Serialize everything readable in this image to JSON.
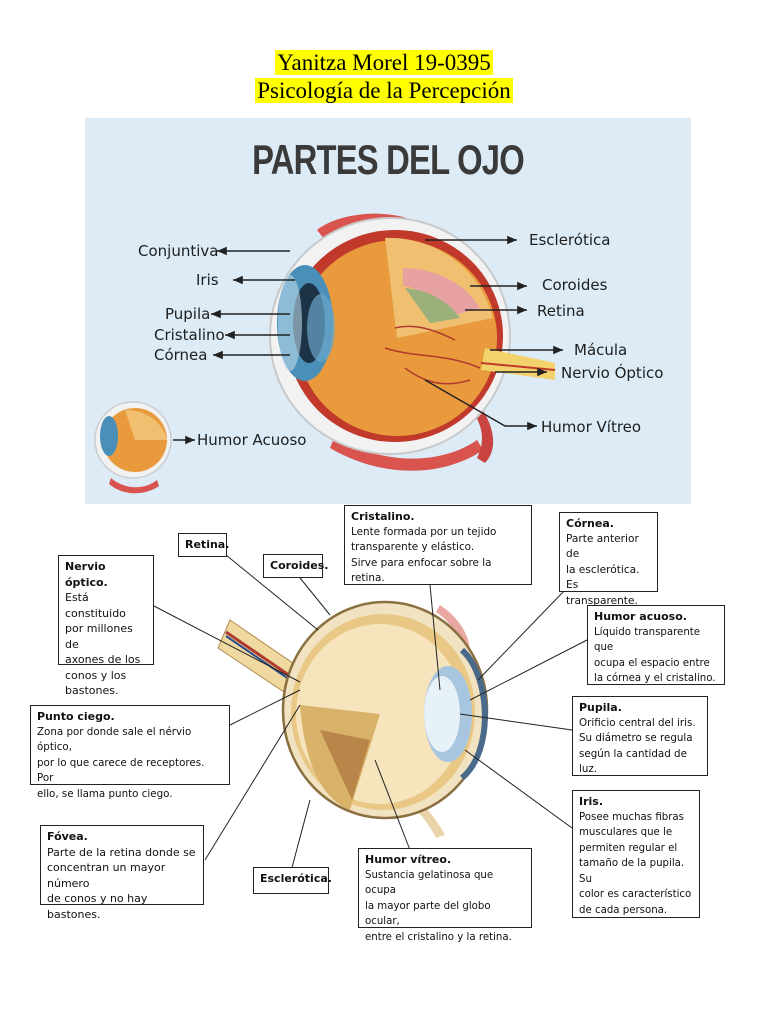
{
  "header": {
    "line1": "Yanitza Morel 19-0395",
    "line2": "Psicología de la Percepción"
  },
  "top_diagram": {
    "title": "PARTES DEL OJO",
    "labels": {
      "conjuntiva": "Conjuntiva",
      "iris": "Iris",
      "pupila": "Pupila",
      "cristalino": "Cristalino",
      "cornea": "Córnea",
      "humor_acuoso": "Humor Acuoso",
      "esclerotica": "Esclerótica",
      "coroides": "Coroides",
      "retina": "Retina",
      "macula": "Mácula",
      "nervio_optico": "Nervio Óptico",
      "humor_vitreo": "Humor Vítreo"
    }
  },
  "bottom_diagram": {
    "retina": {
      "title": "Retina."
    },
    "coroides": {
      "title": "Coroides."
    },
    "esclerotica": {
      "title": "Esclerótica."
    },
    "nervio_optico": {
      "title": "Nervio óptico.",
      "lines": [
        "Está constituido",
        "por millones de",
        "axones de los",
        "conos y los",
        "bastones."
      ]
    },
    "punto_ciego": {
      "title": "Punto ciego.",
      "lines": [
        "Zona por donde sale el nérvio óptico,",
        "por lo que carece de receptores. Por",
        "ello, se llama punto ciego."
      ]
    },
    "fovea": {
      "title": "Fóvea.",
      "lines": [
        "Parte de la retina donde se",
        "concentran un mayor número",
        "de conos y no hay bastones."
      ]
    },
    "cristalino": {
      "title": "Cristalino.",
      "lines": [
        "Lente formada por un tejido",
        "transparente y elástico.",
        "Sirve para enfocar sobre la retina."
      ]
    },
    "cornea": {
      "title": "Córnea.",
      "lines": [
        "Parte anterior de",
        "la esclerótica.",
        "Es transparente."
      ]
    },
    "humor_acuoso": {
      "title": "Humor acuoso.",
      "lines": [
        "Líquido transparente que",
        "ocupa el espacio entre",
        "la córnea y el cristalino."
      ]
    },
    "pupila": {
      "title": "Pupila.",
      "lines": [
        "Orificio central del iris.",
        "Su diámetro se regula",
        "según la cantidad de luz."
      ]
    },
    "iris": {
      "title": "Iris.",
      "lines": [
        "Posee muchas fibras",
        "musculares que le",
        "permiten regular el",
        "tamaño de la pupila. Su",
        "color es característico",
        "de cada persona."
      ]
    },
    "humor_vitreo": {
      "title": "Humor vítreo.",
      "lines": [
        "Sustancia gelatinosa que ocupa",
        "la mayor parte del globo ocular,",
        "entre el cristalino y la retina."
      ]
    }
  },
  "colors": {
    "header_highlight": "#ffff00",
    "panel_background": "#dcebf6",
    "vitreous": "#e89a3c",
    "sclera": "#f2f2f2",
    "muscle": "#d9534f",
    "iris": "#4a8fb8"
  }
}
